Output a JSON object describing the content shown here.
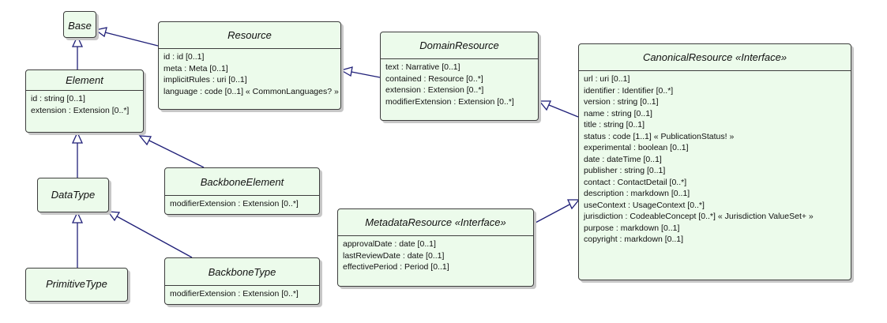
{
  "classes": {
    "base": {
      "name": "Base"
    },
    "element": {
      "name": "Element",
      "attributes": [
        "id : string [0..1]",
        "extension : Extension [0..*]"
      ]
    },
    "datatype": {
      "name": "DataType"
    },
    "primitivetype": {
      "name": "PrimitiveType"
    },
    "backboneelement": {
      "name": "BackboneElement",
      "attributes": [
        "modifierExtension : Extension [0..*]"
      ]
    },
    "backbonetype": {
      "name": "BackboneType",
      "attributes": [
        "modifierExtension : Extension [0..*]"
      ]
    },
    "resource": {
      "name": "Resource",
      "attributes": [
        "id : id [0..1]",
        "meta : Meta [0..1]",
        "implicitRules : uri [0..1]",
        "language : code [0..1] « CommonLanguages? »"
      ]
    },
    "domainresource": {
      "name": "DomainResource",
      "attributes": [
        "text : Narrative [0..1]",
        "contained : Resource [0..*]",
        "extension : Extension [0..*]",
        "modifierExtension : Extension [0..*]"
      ]
    },
    "metadataresource": {
      "name": "MetadataResource «Interface»",
      "attributes": [
        "approvalDate : date [0..1]",
        "lastReviewDate : date [0..1]",
        "effectivePeriod : Period [0..1]"
      ]
    },
    "canonicalresource": {
      "name": "CanonicalResource «Interface»",
      "attributes": [
        "url : uri [0..1]",
        "identifier : Identifier [0..*]",
        "version : string [0..1]",
        "name : string [0..1]",
        "title : string [0..1]",
        "status : code [1..1] « PublicationStatus! »",
        "experimental : boolean [0..1]",
        "date : dateTime [0..1]",
        "publisher : string [0..1]",
        "contact : ContactDetail [0..*]",
        "description : markdown [0..1]",
        "useContext : UsageContext [0..*]",
        "jurisdiction : CodeableConcept [0..*] « Jurisdiction ValueSet+ »",
        "purpose : markdown [0..1]",
        "copyright : markdown [0..1]"
      ]
    }
  },
  "generalizations": [
    {
      "from": "element",
      "to": "base"
    },
    {
      "from": "resource",
      "to": "base"
    },
    {
      "from": "datatype",
      "to": "element"
    },
    {
      "from": "backboneelement",
      "to": "element"
    },
    {
      "from": "primitivetype",
      "to": "datatype"
    },
    {
      "from": "backbonetype",
      "to": "datatype"
    },
    {
      "from": "domainresource",
      "to": "resource"
    },
    {
      "from": "canonicalresource",
      "to": "domainresource"
    },
    {
      "from": "metadataresource",
      "to": "canonicalresource"
    }
  ],
  "colors": {
    "box_fill": "#ecfbeb",
    "box_border": "#3d3d3d",
    "edge": "#1f1f78"
  }
}
